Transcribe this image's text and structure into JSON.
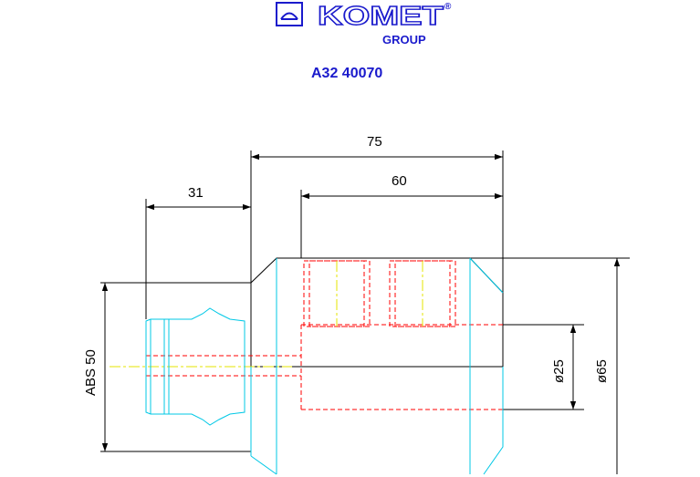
{
  "logo": {
    "brand": "KOMET",
    "registered_mark": "®",
    "group": "GROUP",
    "color": "#1a1acc"
  },
  "part_number": "A32 40070",
  "dimensions": {
    "overall_length": "75",
    "bore_length": "60",
    "shank_length": "31",
    "shank_diameter": "ABS 50",
    "bore_diameter": "ø25",
    "body_diameter": "ø65"
  },
  "colors": {
    "outline": "#000000",
    "hidden_lines": "#ff0000",
    "cyan_geometry": "#00c8e6",
    "centerline": "#e6e600",
    "text": "#1a1acc"
  }
}
